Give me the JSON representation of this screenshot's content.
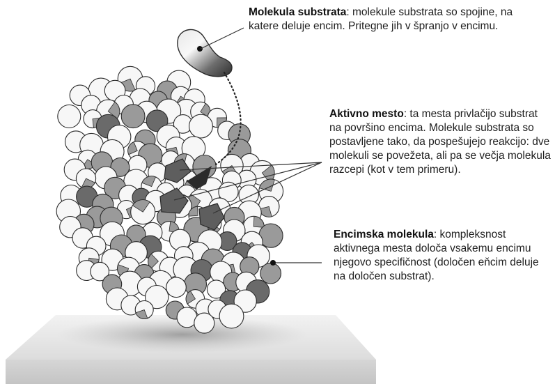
{
  "labels": {
    "substrate": {
      "term": "Molekula substrata",
      "text": ": molekule substrata so spojine, na katere deluje encim. Pritegne jih v špranjo v encimu."
    },
    "active_site": {
      "term": "Aktivno mesto",
      "text": ": ta mesta privlačijo substrat na površino encima. Molekule substrata so postavljene tako, da pospešujejo reakcijo: dve molekuli se povežeta, ali pa se večja molekula razcepi (kot v tem primeru)."
    },
    "enzyme": {
      "term": "Encimska molekula",
      "text": ": kompleksnost aktivnega mesta določa vsakemu encimu njegovo specifičnost (določen eňcim deluje na določen substrat)."
    }
  },
  "colors": {
    "sphere_light": "#f7f7f7",
    "sphere_grey": "#9a9a9a",
    "sphere_dark_grey": "#6a6a6a",
    "active_site": "#5e5e5e",
    "outline": "#2a2a2a",
    "pedestal_top": "#e6e6e6",
    "pedestal_front": "#d0d0d0"
  }
}
